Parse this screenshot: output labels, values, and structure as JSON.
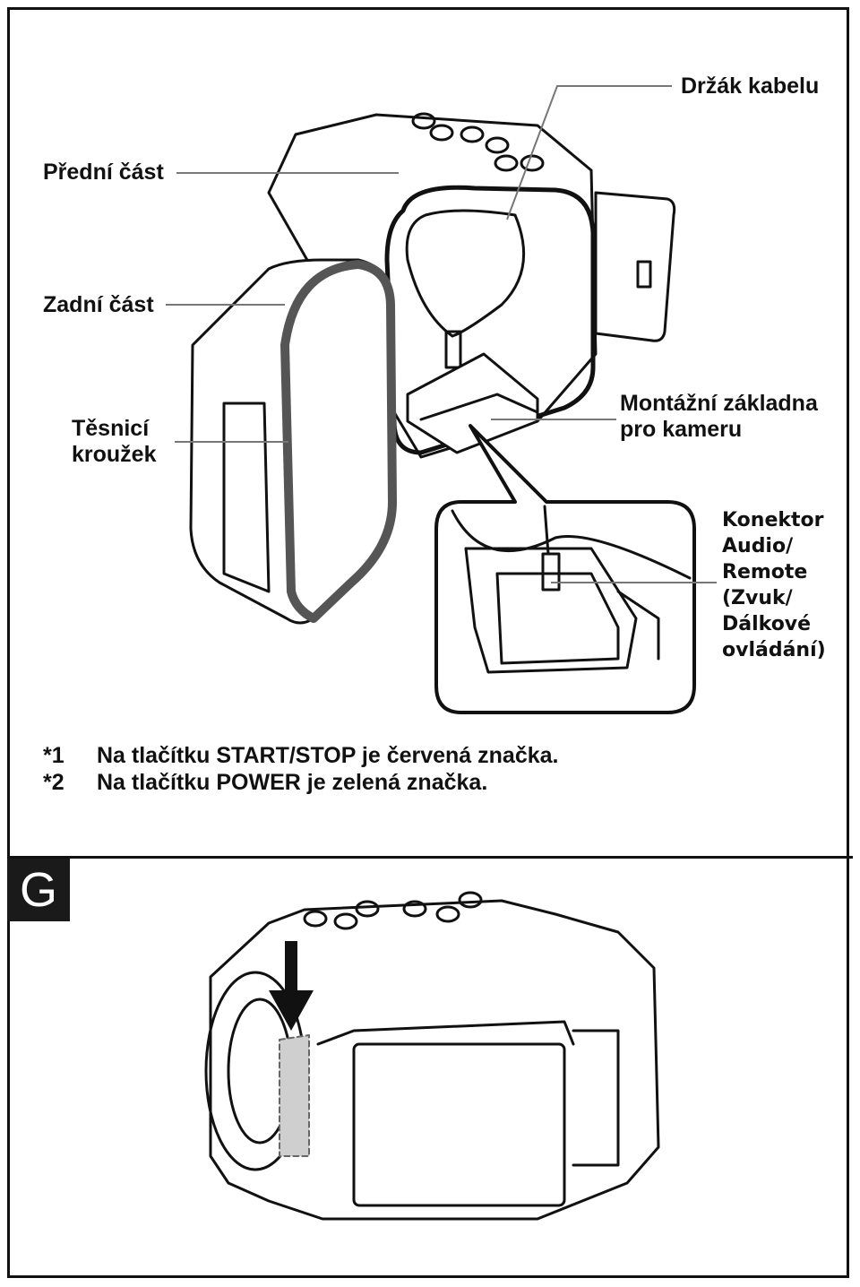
{
  "labels": {
    "cable_holder": "Držák kabelu",
    "front_part": "Přední část",
    "back_part": "Zadní část",
    "seal_ring_line1": "Těsnicí",
    "seal_ring_line2": "kroužek",
    "mount_line1": "Montážní základna",
    "mount_line2": "pro kameru",
    "connector_line1": "Konektor",
    "connector_line2": "Audio/",
    "connector_line3": "Remote",
    "connector_line4": "(Zvuk/",
    "connector_line5": "Dálkové",
    "connector_line6": "ovládání)"
  },
  "notes": [
    {
      "mark": "*1",
      "text": "Na tlačítku START/STOP je červená značka."
    },
    {
      "mark": "*2",
      "text": "Na tlačítku POWER je zelená značka."
    }
  ],
  "section_badge": "G"
}
